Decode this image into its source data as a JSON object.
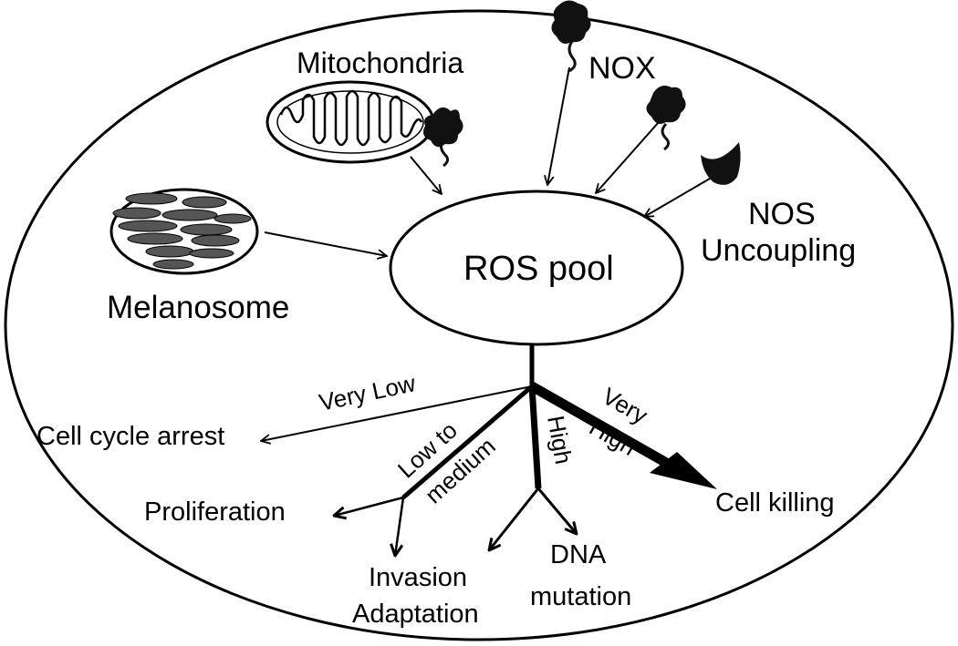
{
  "diagram": {
    "center": "ROS pool",
    "sources": {
      "mitochondria": "Mitochondria",
      "nox": "NOX",
      "nos_line1": "NOS",
      "nos_line2": "Uncoupling",
      "melanosome": "Melanosome"
    },
    "levels": {
      "very_low": "Very Low",
      "low_to_line1": "Low to",
      "low_to_line2": "medium",
      "high": "High",
      "very_high_line1": "Very",
      "very_high_line2": "High"
    },
    "outcomes": {
      "cell_cycle_arrest": "Cell cycle arrest",
      "proliferation": "Proliferation",
      "invasion": "Invasion",
      "adaptation": "Adaptation",
      "dna": "DNA",
      "mutation": "mutation",
      "cell_killing": "Cell killing"
    }
  }
}
